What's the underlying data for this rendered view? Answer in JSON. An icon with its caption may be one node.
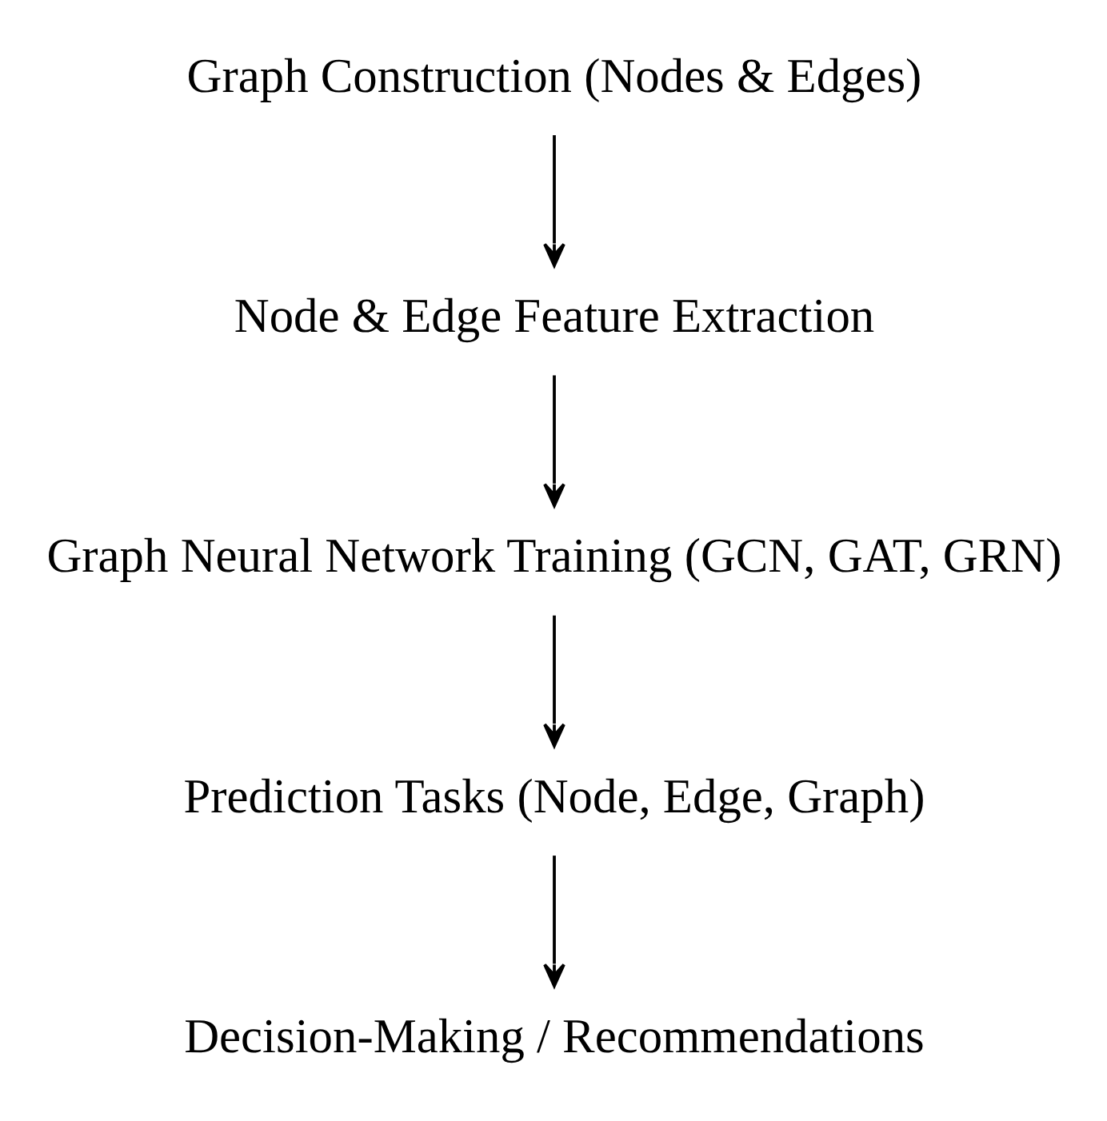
{
  "diagram": {
    "nodes": [
      {
        "text": [
          "Graph Construction (Nodes & Edges)"
        ]
      },
      {
        "text": [
          "Node & Edge Feature Extraction"
        ]
      },
      {
        "text": [
          "Graph Neural Network Training (GCN, GAT, GRN)"
        ]
      },
      {
        "text": [
          "Prediction Tasks (Node, Edge, Graph)"
        ]
      },
      {
        "text": [
          "Decision-Making / Recommendations"
        ]
      }
    ],
    "edges": [
      {
        "from": 0,
        "to": 1,
        "arrow": "to"
      },
      {
        "from": 1,
        "to": 2,
        "arrow": "to"
      },
      {
        "from": 2,
        "to": 3,
        "arrow": "to"
      },
      {
        "from": 3,
        "to": 4,
        "arrow": "to"
      }
    ]
  }
}
